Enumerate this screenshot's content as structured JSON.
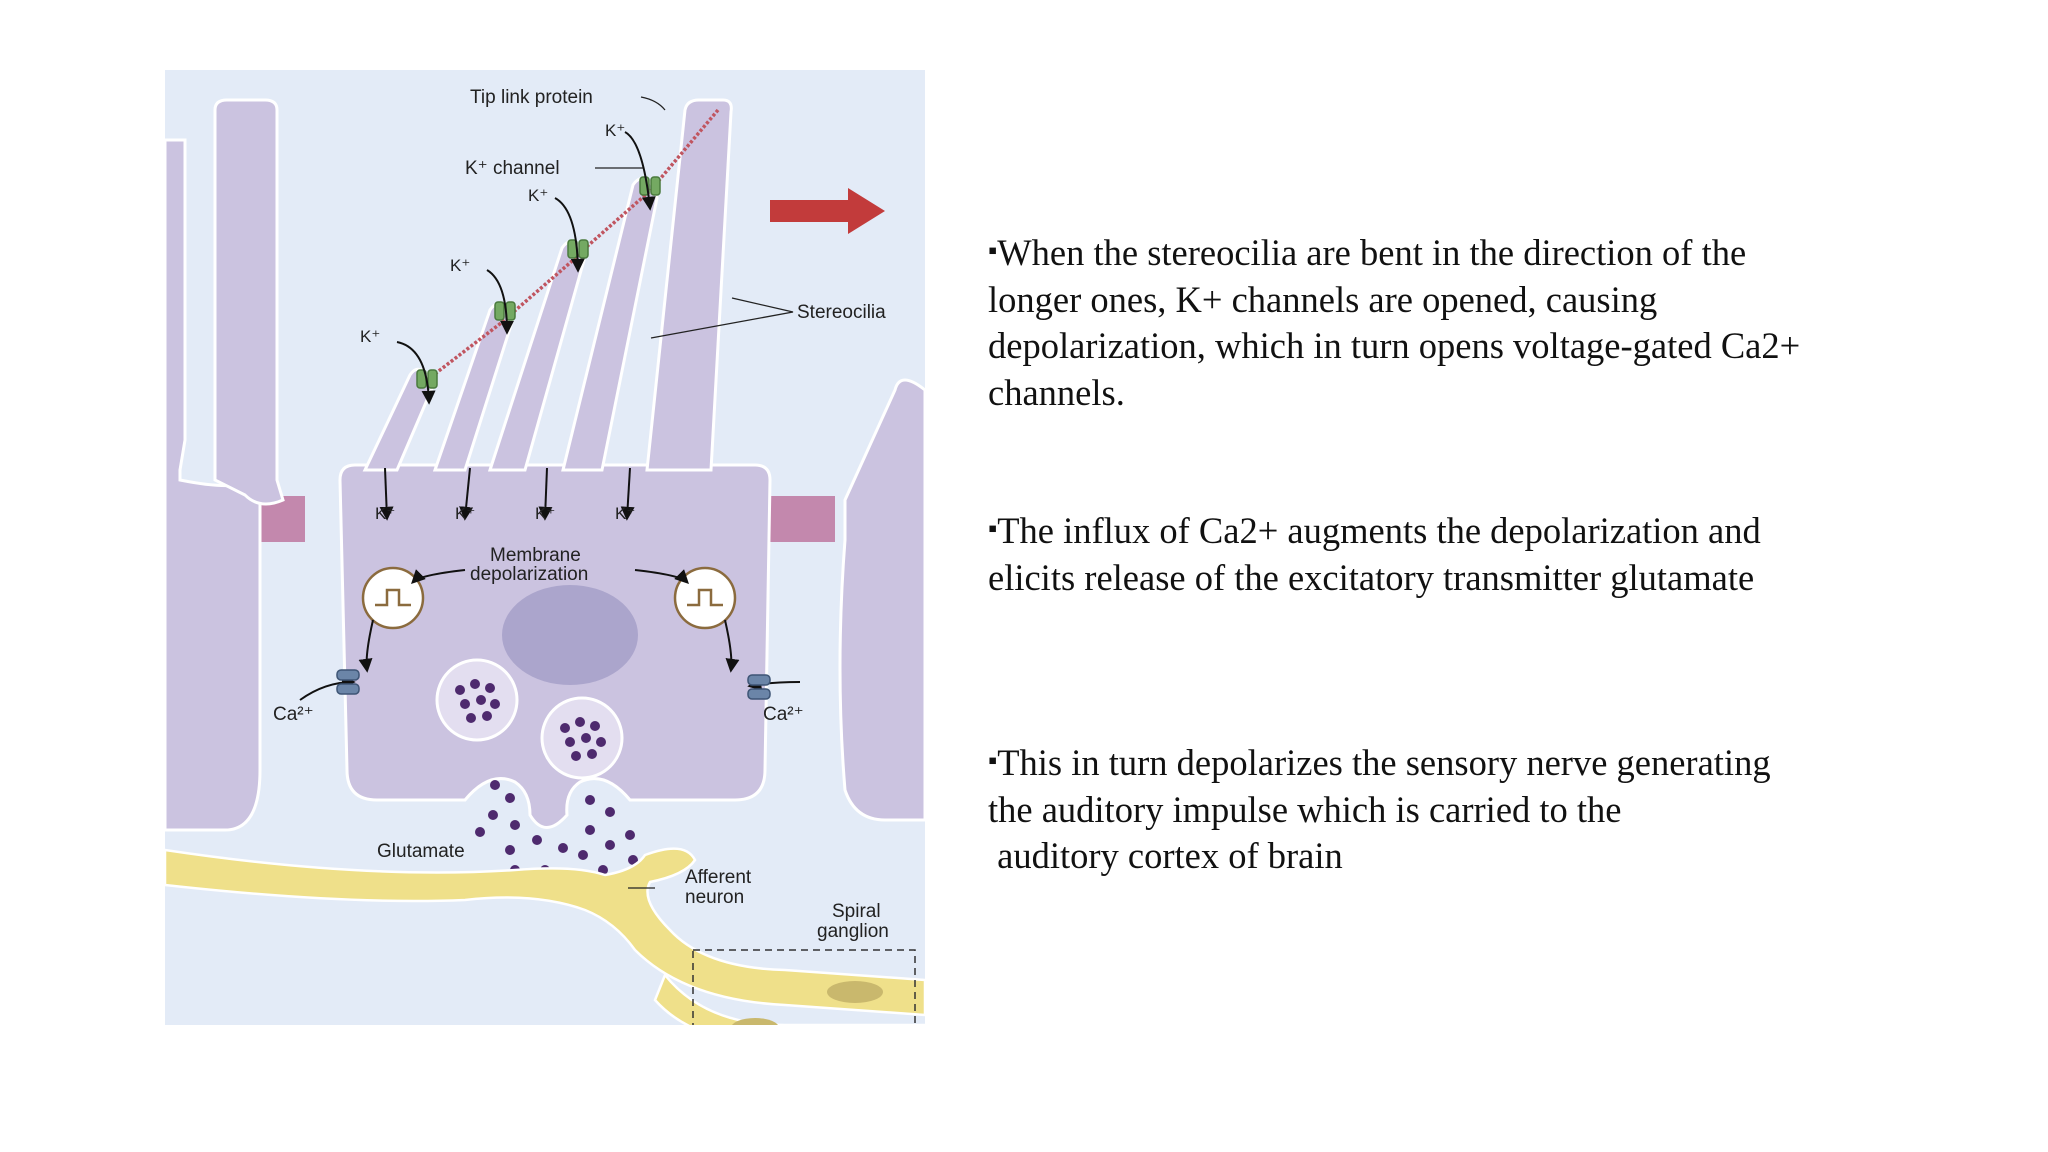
{
  "diagram": {
    "labels": {
      "tip_link": "Tip link protein",
      "k_channel": "K⁺ channel",
      "k_ion": "K⁺",
      "stereocilia": "Stereocilia",
      "membrane_line1": "Membrane",
      "membrane_line2": "depolarization",
      "ca_ion": "Ca²⁺",
      "glutamate": "Glutamate",
      "afferent_line1": "Afferent",
      "afferent_line2": "neuron",
      "spiral_line1": "Spiral",
      "spiral_line2": "ganglion"
    },
    "colors": {
      "background": "#e3ebf7",
      "cell": "#cbc3e0",
      "cell_outline": "#ffffff",
      "junction": "#c388ad",
      "channel": "#74a962",
      "vesicle": "#4e2a6e",
      "nucleus": "#aba5cc",
      "neuron": "#efe08a",
      "arrow": "#c23b3b"
    }
  },
  "bullets": [
    {
      "marker": "▪",
      "lines": [
        "When the stereocilia are bent in the direction of the",
        "longer ones, K+ channels are opened, causing",
        "depolarization, which in turn opens voltage-gated Ca2+",
        "channels."
      ]
    },
    {
      "marker": "▪",
      "lines": [
        "The influx of Ca2+ augments the depolarization and",
        "elicits release of the excitatory transmitter glutamate"
      ]
    },
    {
      "marker": "▪",
      "lines": [
        "This in turn depolarizes the sensory nerve generating",
        "the auditory impulse which is carried to the",
        " auditory cortex of brain"
      ]
    }
  ]
}
